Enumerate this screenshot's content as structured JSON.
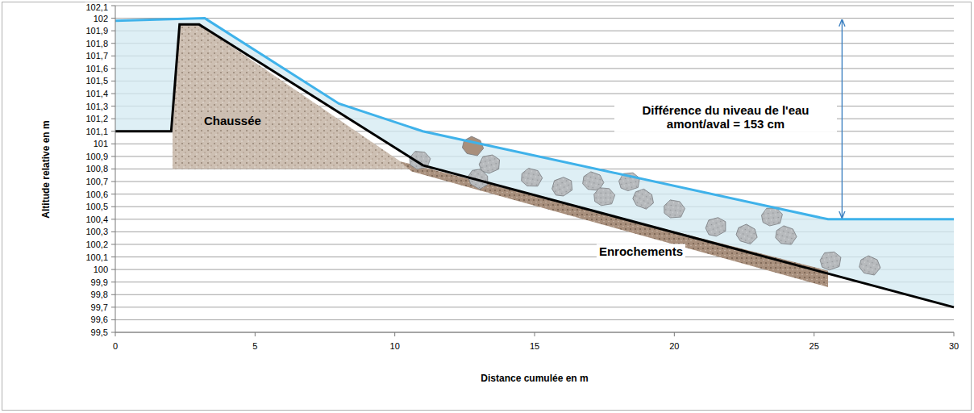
{
  "diagram": {
    "labels": [
      "102,1",
      "102",
      "101,9",
      "101,8",
      "101,7",
      "101,6",
      "101,5",
      "101,4",
      "101,3",
      "101,2",
      "101,1",
      "101",
      "100,9",
      "100,8",
      "100,7",
      "100,6",
      "100,5",
      "100,4",
      "100,3",
      "100,2",
      "100,1",
      "100",
      "99,9",
      "99,8",
      "99,7",
      "99,6",
      "99,5",
      "Altitude relative en m",
      "Chaussée",
      "Différence du niveau de l'eau amont/aval = 153 cm",
      "Enrochements",
      "0",
      "5",
      "10",
      "15",
      "20",
      "25",
      "30",
      "Distance cumulée en m"
    ]
  }
}
